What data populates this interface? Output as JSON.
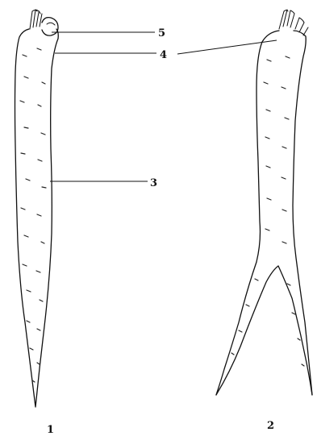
{
  "callouts": {
    "crown_label": "5",
    "shoulder_label": "4",
    "root_body_label": "3"
  },
  "figure_labels": {
    "figure_1": "1",
    "figure_2": "2"
  },
  "colors": {
    "ink": "#111111",
    "background": "#ffffff"
  }
}
